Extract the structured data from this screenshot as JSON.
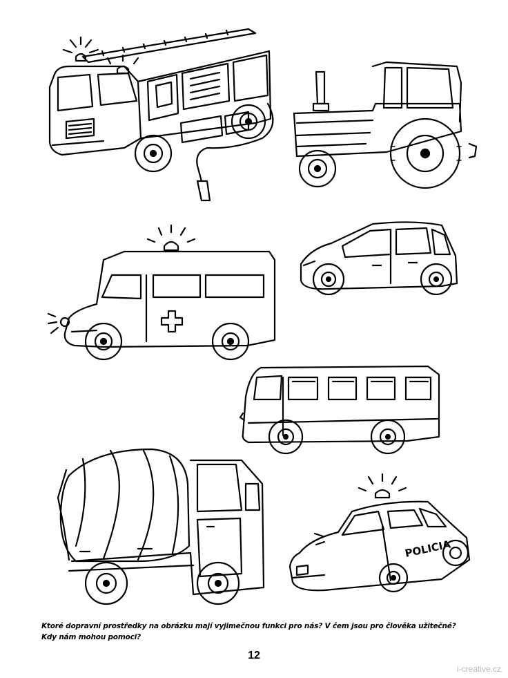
{
  "question": {
    "line1": "Ktoré dopravní prostředky na obrázku mají vyjimečnou funkci pro nás? V čem jsou pro člověka užitečné?",
    "line2": "Kdy nám mohou pomoci?"
  },
  "page_number": "12",
  "watermark": "i-creative.cz",
  "police_label": "POLICIA"
}
